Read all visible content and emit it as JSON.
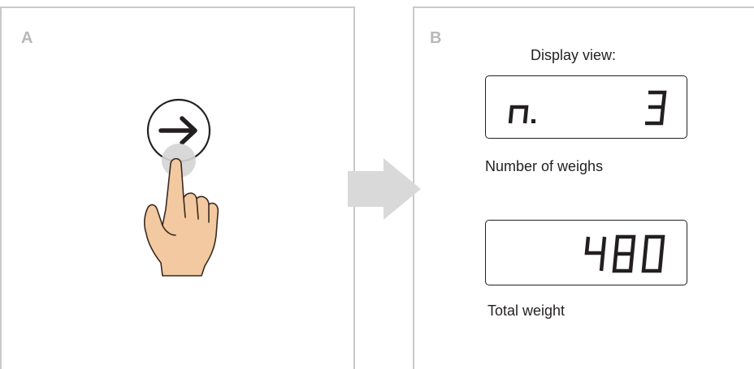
{
  "panels": {
    "a": {
      "letter": "A"
    },
    "b": {
      "letter": "B"
    }
  },
  "icons": {
    "step_arrow": "right-chevron-arrow",
    "button": "right-arrow-circle-button",
    "hand": "pointing-hand-finger"
  },
  "display_view_label": "Display view:",
  "displays": [
    {
      "readout": "n.    3",
      "caption": "Number of weighs"
    },
    {
      "readout": "480",
      "caption": "Total weight"
    }
  ],
  "colors": {
    "panel_border": "#c9c9c9",
    "panel_letter": "#b8b8b8",
    "step_arrow": "#d9d9d9",
    "skin": "#f2c9a0",
    "skin_outline": "#3a2a1e",
    "touch_highlight": "#d4d4d4",
    "ink": "#231f20"
  }
}
